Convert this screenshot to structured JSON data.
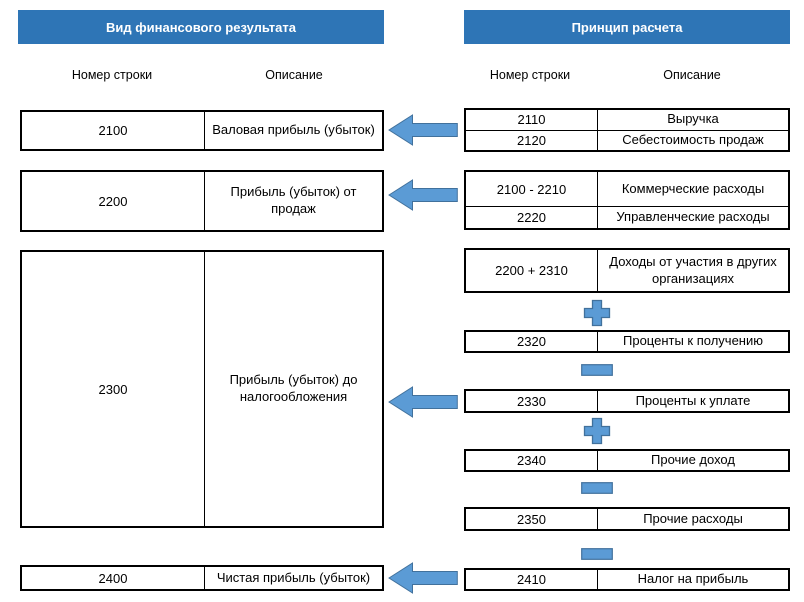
{
  "left_panel": {
    "title": "Вид финансового результата",
    "columns": {
      "number": "Номер строки",
      "description": "Описание"
    },
    "rows": [
      {
        "number": "2100",
        "description": "Валовая прибыль (убыток)"
      },
      {
        "number": "2200",
        "description": "Прибыль (убыток) от продаж"
      },
      {
        "number": "2300",
        "description": "Прибыль (убыток) до налогообложения"
      },
      {
        "number": "2400",
        "description": "Чистая прибыль (убыток)"
      }
    ]
  },
  "right_panel": {
    "title": "Принцип расчета",
    "columns": {
      "number": "Номер строки",
      "description": "Описание"
    },
    "rows": [
      {
        "number": "2110",
        "description": "Выручка"
      },
      {
        "number": "2120",
        "description": "Себестоимость продаж"
      },
      {
        "number": "2100 - 2210",
        "description": "Коммерческие расходы"
      },
      {
        "number": "2220",
        "description": "Управленческие расходы"
      },
      {
        "number": "2200 + 2310",
        "description": "Доходы от участия в других организациях"
      },
      {
        "number": "2320",
        "description": "Проценты к получению"
      },
      {
        "number": "2330",
        "description": "Проценты к уплате"
      },
      {
        "number": "2340",
        "description": "Прочие доход"
      },
      {
        "number": "2350",
        "description": "Прочие расходы"
      },
      {
        "number": "2410",
        "description": "Налог на прибыль"
      }
    ],
    "operators": [
      "plus",
      "minus",
      "plus",
      "minus",
      "minus"
    ]
  },
  "colors": {
    "header_bg": "#2E75B6",
    "header_text": "#FFFFFF",
    "arrow_fill": "#5B9BD5",
    "arrow_stroke": "#41719C",
    "operator_fill": "#5B9BD5",
    "operator_stroke": "#41719C",
    "box_border": "#000000",
    "background": "#FFFFFF"
  }
}
